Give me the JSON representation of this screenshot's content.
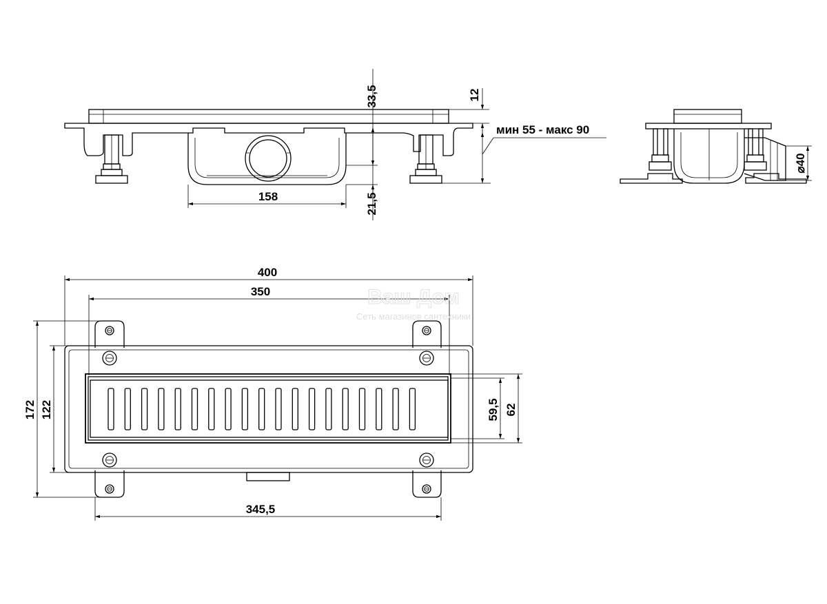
{
  "dimensions": {
    "front_height_top": "33,5",
    "front_height_bottom": "21,5",
    "grate_thickness": "12",
    "adjust_range": "мин 55 - макс 90",
    "outlet_width": "158",
    "outlet_diameter": "⌀40",
    "overall_length": "400",
    "channel_length": "350",
    "base_length": "345,5",
    "overall_width": "172",
    "body_width": "122",
    "grate_width": "59,5",
    "channel_width": "62"
  },
  "watermark": {
    "brand": "Ваш Дом",
    "tagline": "Сеть магазинов сантехники"
  }
}
